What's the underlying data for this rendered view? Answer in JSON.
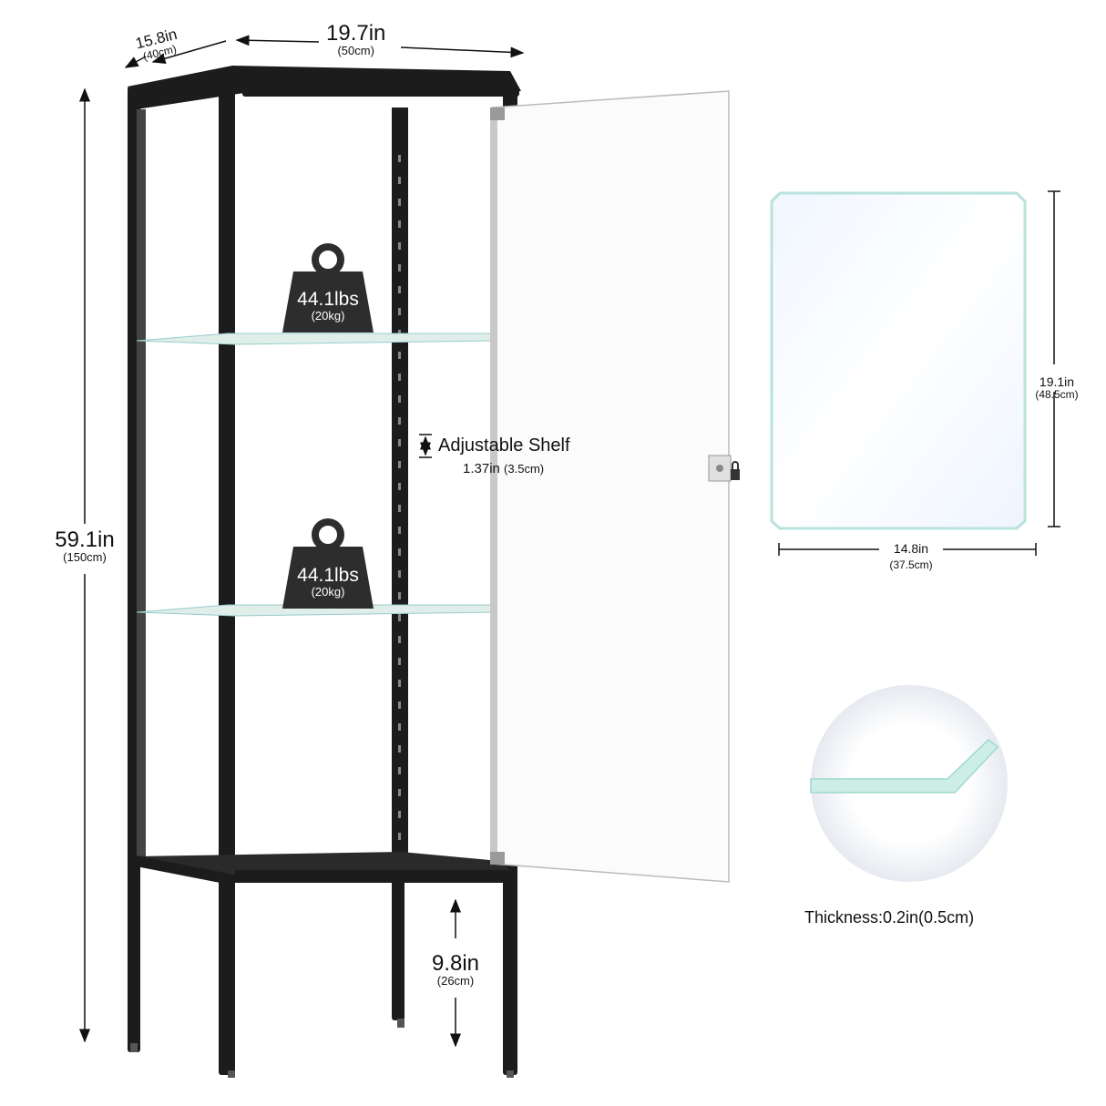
{
  "dimensions": {
    "depth": {
      "value": "15.8in",
      "metric": "(40cm)"
    },
    "width": {
      "value": "19.7in",
      "metric": "(50cm)"
    },
    "height": {
      "value": "59.1in",
      "metric": "(150cm)"
    },
    "leg_height": {
      "value": "9.8in",
      "metric": "(26cm)"
    }
  },
  "shelf_loads": [
    {
      "value": "44.1lbs",
      "metric": "(20kg)"
    },
    {
      "value": "44.1lbs",
      "metric": "(20kg)"
    }
  ],
  "adjustable_shelf": {
    "label": "Adjustable Shelf",
    "value": "1.37in",
    "metric": "(3.5cm)"
  },
  "glass_panel": {
    "height": {
      "value": "19.1in",
      "metric": "(48.5cm)"
    },
    "width": {
      "value": "14.8in",
      "metric": "(37.5cm)"
    },
    "thickness": "Thickness:0.2in(0.5cm)"
  },
  "colors": {
    "frame": "#1c1c1c",
    "glass_edge": "#a8e6d8",
    "glass_tint": "#eaf3ff"
  }
}
